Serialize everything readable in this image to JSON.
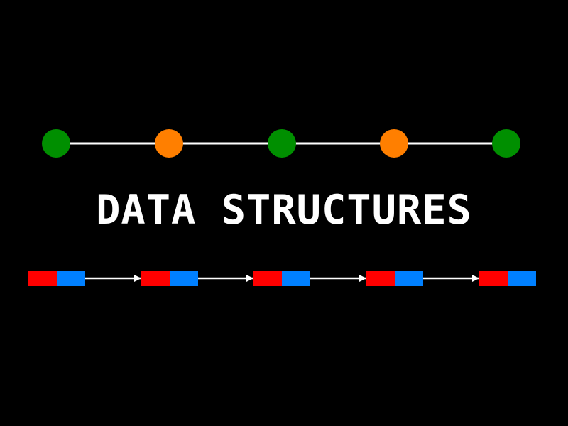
{
  "title": "DATA STRUCTURES",
  "colors": {
    "background": "#000000",
    "link": "#ffffff",
    "node_green": "#008f00",
    "node_orange": "#ff7f00",
    "cell_data": "#ff0000",
    "cell_pointer": "#0080ff"
  },
  "top_chain": {
    "nodes": [
      "green",
      "orange",
      "green",
      "orange",
      "green"
    ]
  },
  "linked_list": {
    "node_count": 5,
    "cells_per_node": [
      "data",
      "pointer"
    ]
  }
}
